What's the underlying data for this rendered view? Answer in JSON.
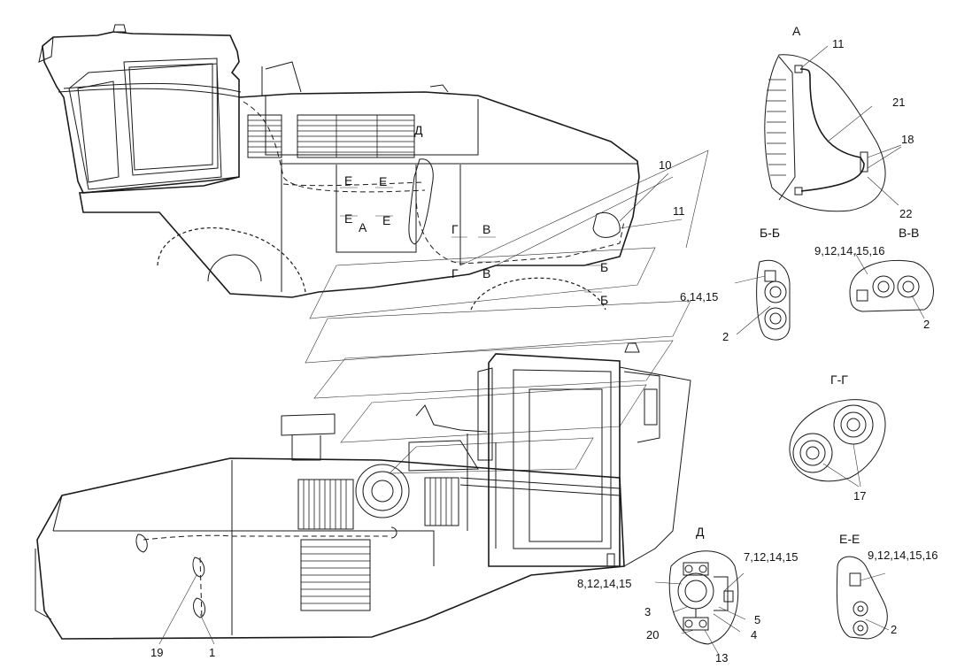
{
  "views": {
    "A": {
      "title": "А",
      "callouts": [
        "11",
        "21",
        "18",
        "22"
      ]
    },
    "BB": {
      "title": "Б-Б",
      "callouts": [
        "6,14,15",
        "2"
      ]
    },
    "VV": {
      "title": "В-В",
      "callouts": [
        "9,12,14,15,16",
        "2"
      ]
    },
    "GG": {
      "title": "Г-Г",
      "callouts": [
        "17"
      ]
    },
    "D": {
      "title": "Д",
      "callouts": [
        "7,12,14,15",
        "8,12,14,15",
        "3",
        "5",
        "4",
        "20",
        "13"
      ]
    },
    "EE": {
      "title": "Е-Е",
      "callouts": [
        "9,12,14,15,16",
        "2"
      ]
    }
  },
  "main_view": {
    "callouts": [
      "10",
      "11"
    ],
    "section_marks": [
      "Е",
      "Е",
      "Е",
      "Е",
      "А",
      "Г",
      "Г",
      "В",
      "В",
      "Б",
      "Б",
      "Д"
    ]
  },
  "lower_view": {
    "callouts": [
      "19",
      "1"
    ]
  }
}
